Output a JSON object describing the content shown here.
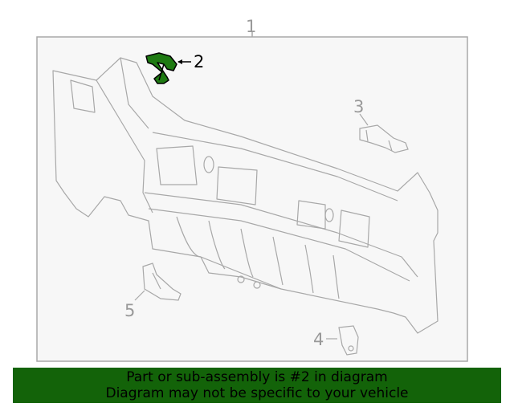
{
  "diagram": {
    "callouts": {
      "c1": "1",
      "c2": "2",
      "c3": "3",
      "c4": "4",
      "c5": "5"
    },
    "highlighted_part": "2",
    "colors": {
      "highlight": "#1e7a12",
      "line": "#a8a8a8",
      "frame_fill": "#f7f7f7",
      "banner": "#136309"
    }
  },
  "banner": {
    "line1": "Part or sub-assembly is #2 in diagram",
    "line2": "Diagram may not be specific to your vehicle"
  }
}
